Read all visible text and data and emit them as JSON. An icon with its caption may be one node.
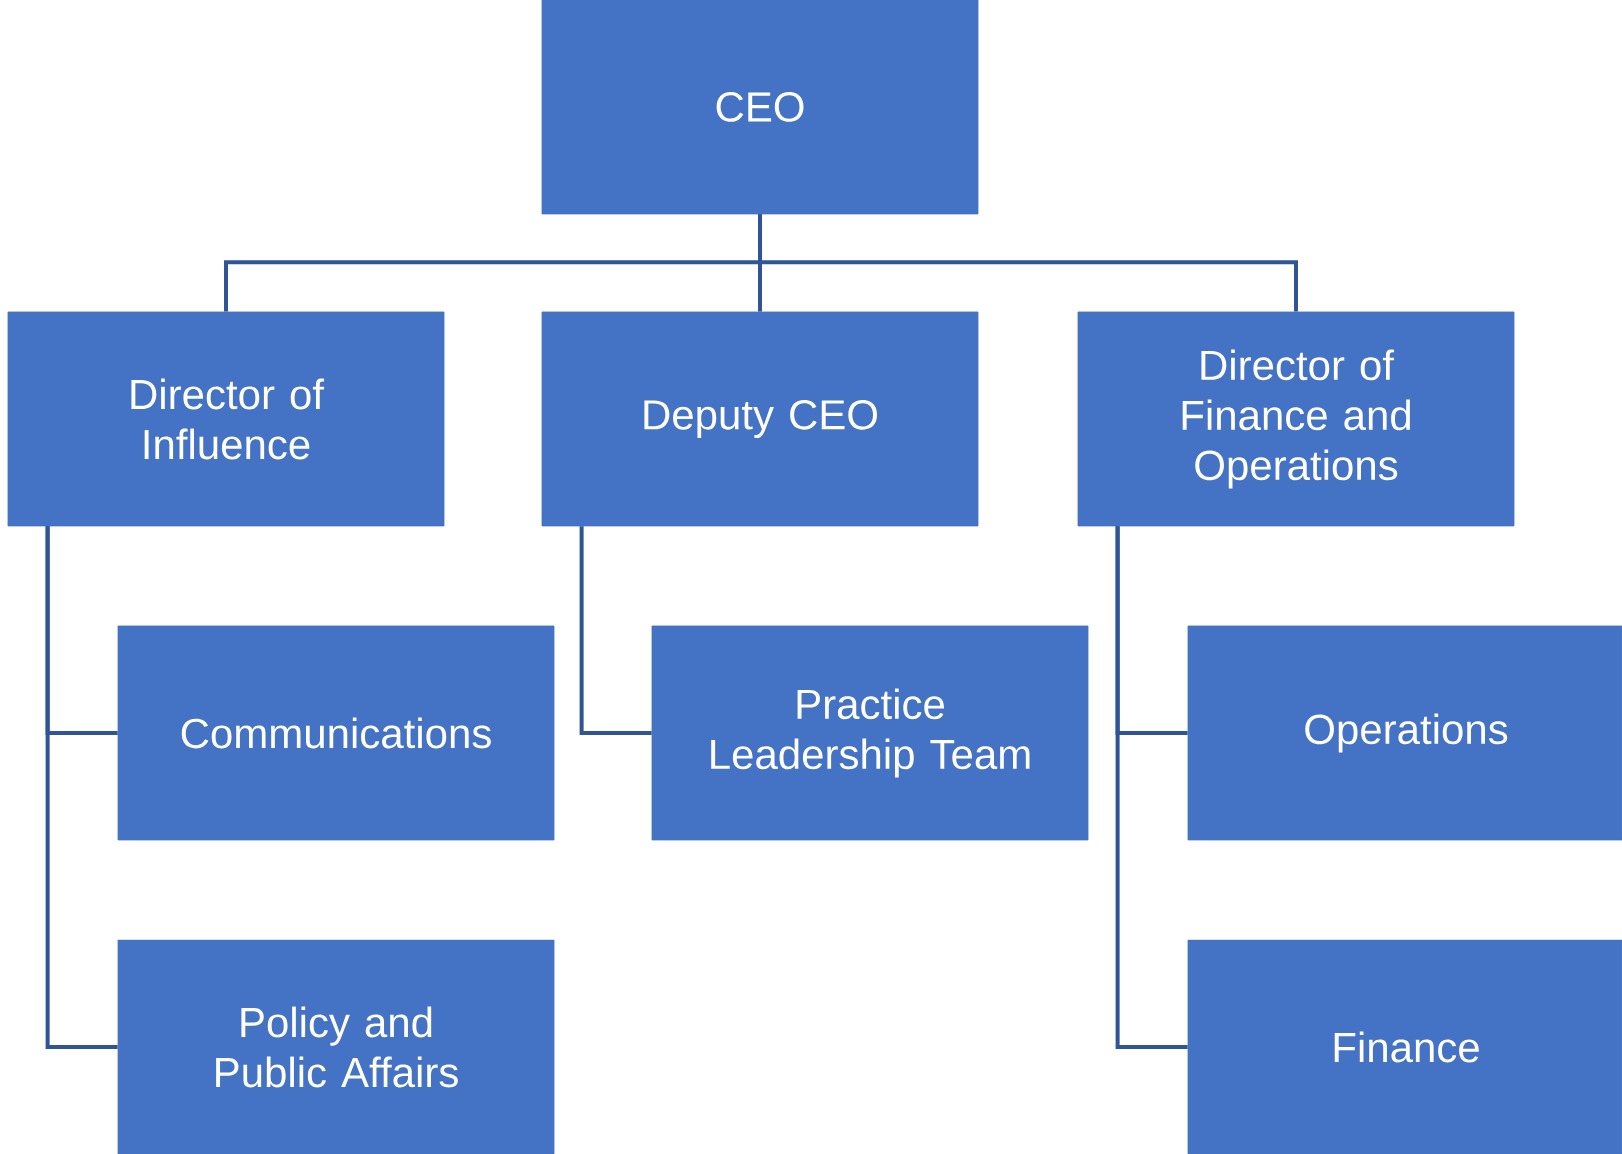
{
  "diagram": {
    "nodes": [
      {
        "text": [
          "CEO"
        ]
      },
      {
        "text": [
          "Director of Influence"
        ]
      },
      {
        "text": [
          "Deputy CEO"
        ]
      },
      {
        "text": [
          "Director of Finance and Operations"
        ]
      },
      {
        "text": [
          "Communications"
        ]
      },
      {
        "text": [
          "Policy and Public Affairs"
        ]
      },
      {
        "text": [
          "Practice Leadership Team"
        ]
      },
      {
        "text": [
          "Operations"
        ]
      },
      {
        "text": [
          "Finance"
        ]
      }
    ],
    "edges": [
      {
        "from": 0,
        "to": 1,
        "arrow": "none"
      },
      {
        "from": 0,
        "to": 2,
        "arrow": "none"
      },
      {
        "from": 0,
        "to": 3,
        "arrow": "none"
      },
      {
        "from": 1,
        "to": 4,
        "arrow": "none"
      },
      {
        "from": 1,
        "to": 5,
        "arrow": "none"
      },
      {
        "from": 2,
        "to": 6,
        "arrow": "none"
      },
      {
        "from": 3,
        "to": 7,
        "arrow": "none"
      },
      {
        "from": 3,
        "to": 8,
        "arrow": "none"
      }
    ]
  }
}
